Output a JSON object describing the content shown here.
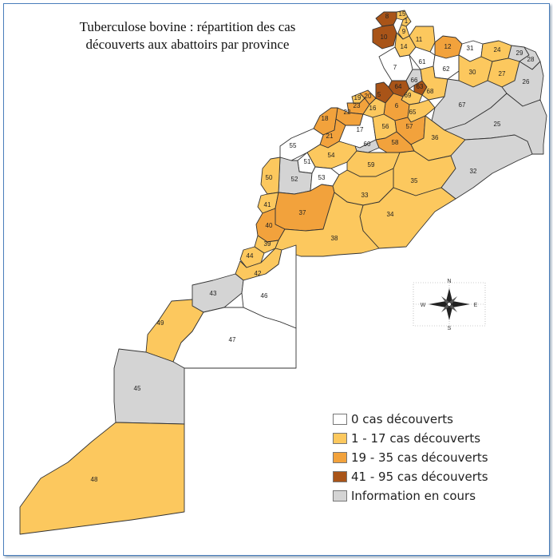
{
  "title": {
    "line1": "Tuberculose bovine : répartition des cas",
    "line2": "découverts aux abattoirs par  province"
  },
  "colors": {
    "none": "#ffffff",
    "low": "#fcc85e",
    "medium": "#f2a23c",
    "high": "#a95418",
    "pending": "#d4d4d4",
    "border": "#333333"
  },
  "legend": [
    {
      "label": "0 cas découverts",
      "class": "none"
    },
    {
      "label": "1 - 17 cas découverts",
      "class": "low"
    },
    {
      "label": "19 - 35 cas découverts",
      "class": "medium"
    },
    {
      "label": "41 - 95 cas découverts",
      "class": "high"
    },
    {
      "label": "Information en cours",
      "class": "pending"
    }
  ],
  "compass": {
    "n": "N",
    "s": "S",
    "e": "E",
    "w": "W"
  },
  "provinces": [
    {
      "id": "8",
      "class": "high"
    },
    {
      "id": "10",
      "class": "high"
    },
    {
      "id": "15",
      "class": "low"
    },
    {
      "id": "1",
      "class": "low"
    },
    {
      "id": "9",
      "class": "low"
    },
    {
      "id": "14",
      "class": "low"
    },
    {
      "id": "11",
      "class": "low"
    },
    {
      "id": "12",
      "class": "medium"
    },
    {
      "id": "31",
      "class": "none"
    },
    {
      "id": "24",
      "class": "low"
    },
    {
      "id": "29",
      "class": "pending"
    },
    {
      "id": "28",
      "class": "pending"
    },
    {
      "id": "61",
      "class": "none"
    },
    {
      "id": "7",
      "class": "none"
    },
    {
      "id": "62",
      "class": "none"
    },
    {
      "id": "30",
      "class": "low"
    },
    {
      "id": "27",
      "class": "low"
    },
    {
      "id": "26",
      "class": "pending"
    },
    {
      "id": "64",
      "class": "high"
    },
    {
      "id": "66",
      "class": "pending"
    },
    {
      "id": "63",
      "class": "high"
    },
    {
      "id": "69",
      "class": "low"
    },
    {
      "id": "68",
      "class": "low"
    },
    {
      "id": "5",
      "class": "high"
    },
    {
      "id": "6",
      "class": "medium"
    },
    {
      "id": "65",
      "class": "low"
    },
    {
      "id": "67",
      "class": "pending"
    },
    {
      "id": "25",
      "class": "pending"
    },
    {
      "id": "19",
      "class": "low"
    },
    {
      "id": "20",
      "class": "medium"
    },
    {
      "id": "23",
      "class": "medium"
    },
    {
      "id": "16",
      "class": "low"
    },
    {
      "id": "22",
      "class": "medium"
    },
    {
      "id": "18",
      "class": "medium"
    },
    {
      "id": "21",
      "class": "medium"
    },
    {
      "id": "17",
      "class": "none"
    },
    {
      "id": "56",
      "class": "low"
    },
    {
      "id": "57",
      "class": "medium"
    },
    {
      "id": "36",
      "class": "low"
    },
    {
      "id": "60",
      "class": "pending"
    },
    {
      "id": "58",
      "class": "medium"
    },
    {
      "id": "55",
      "class": "none"
    },
    {
      "id": "54",
      "class": "low"
    },
    {
      "id": "51",
      "class": "none"
    },
    {
      "id": "59",
      "class": "low"
    },
    {
      "id": "52",
      "class": "pending"
    },
    {
      "id": "53",
      "class": "none"
    },
    {
      "id": "50",
      "class": "low"
    },
    {
      "id": "35",
      "class": "low"
    },
    {
      "id": "32",
      "class": "pending"
    },
    {
      "id": "33",
      "class": "low"
    },
    {
      "id": "41",
      "class": "low"
    },
    {
      "id": "37",
      "class": "medium"
    },
    {
      "id": "34",
      "class": "low"
    },
    {
      "id": "40",
      "class": "medium"
    },
    {
      "id": "39",
      "class": "low"
    },
    {
      "id": "38",
      "class": "low"
    },
    {
      "id": "44",
      "class": "low"
    },
    {
      "id": "42",
      "class": "low"
    },
    {
      "id": "43",
      "class": "pending"
    },
    {
      "id": "46",
      "class": "none"
    },
    {
      "id": "49",
      "class": "low"
    },
    {
      "id": "47",
      "class": "none"
    },
    {
      "id": "45",
      "class": "pending"
    },
    {
      "id": "48",
      "class": "low"
    }
  ]
}
